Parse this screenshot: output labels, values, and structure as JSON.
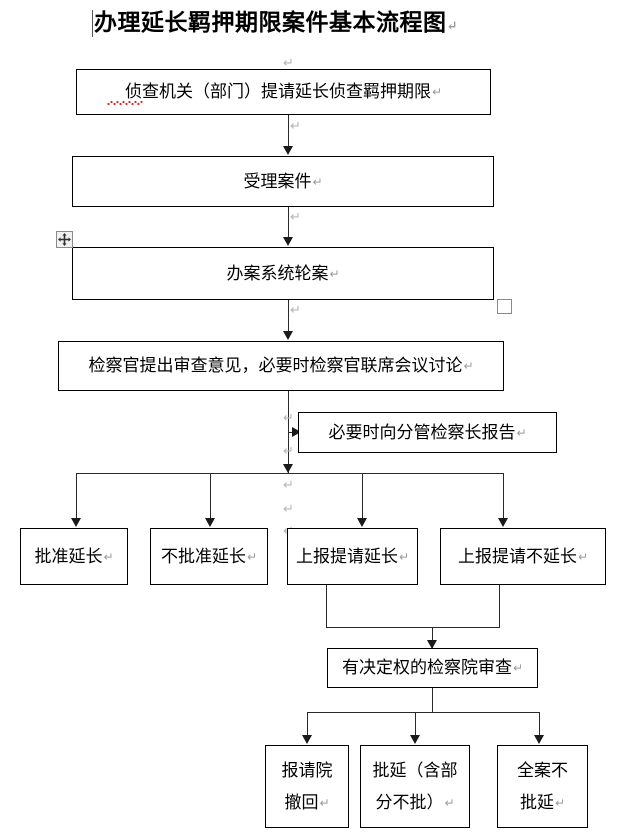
{
  "document": {
    "title": "办理延长羁押期限案件基本流程图",
    "pilcrow": "↵"
  },
  "chart_data": {
    "type": "flowchart",
    "title": "办理延长羁押期限案件基本流程图",
    "orientation": "top-to-bottom",
    "nodes": [
      {
        "id": "n1",
        "label": "侦查机关（部门）提请延长侦查羁押期限",
        "level": 1
      },
      {
        "id": "n2",
        "label": "受理案件",
        "level": 2
      },
      {
        "id": "n3",
        "label": "办案系统轮案",
        "level": 3
      },
      {
        "id": "n4",
        "label": "检察官提出审查意见，必要时检察官联席会议讨论",
        "level": 4
      },
      {
        "id": "n5",
        "label": "必要时向分管检察长报告",
        "level": 5
      },
      {
        "id": "n6",
        "label": "批准延长",
        "level": 6
      },
      {
        "id": "n7",
        "label": "不批准延长",
        "level": 6
      },
      {
        "id": "n8",
        "label": "上报提请延长",
        "level": 6
      },
      {
        "id": "n9",
        "label": "上报提请不延长",
        "level": 6
      },
      {
        "id": "n10",
        "label": "有决定权的检察院审查",
        "level": 7
      },
      {
        "id": "n11",
        "label": "报请院撤回",
        "level": 8
      },
      {
        "id": "n12",
        "label": "批延（含部分不批）",
        "level": 8
      },
      {
        "id": "n13",
        "label": "全案不批延",
        "level": 8
      }
    ],
    "edges": [
      {
        "from": "n1",
        "to": "n2"
      },
      {
        "from": "n2",
        "to": "n3"
      },
      {
        "from": "n3",
        "to": "n4"
      },
      {
        "from": "n4",
        "to": "n5"
      },
      {
        "from": "n4",
        "to": "n6"
      },
      {
        "from": "n4",
        "to": "n7"
      },
      {
        "from": "n4",
        "to": "n8"
      },
      {
        "from": "n4",
        "to": "n9"
      },
      {
        "from": "n8",
        "to": "n10"
      },
      {
        "from": "n9",
        "to": "n10"
      },
      {
        "from": "n10",
        "to": "n11"
      },
      {
        "from": "n10",
        "to": "n12"
      },
      {
        "from": "n10",
        "to": "n13"
      }
    ],
    "colors": {
      "box_border": "#000000",
      "connector": "#2a2a2a",
      "background": "#ffffff",
      "text": "#000000",
      "paragraph_mark": "#b5b5b5",
      "spellcheck_underline": "#e02020"
    }
  },
  "boxes": {
    "n1": "侦查机关（部门）提请延长侦查羁押期限",
    "n2": "受理案件",
    "n3": "办案系统轮案",
    "n4": "检察官提出审查意见，必要时检察官联席会议讨论",
    "n5": "必要时向分管检察长报告",
    "n6": "批准延长",
    "n7": "不批准延长",
    "n8": "上报提请延长",
    "n9": "上报提请不延长",
    "n10": "有决定权的检察院审查",
    "n11_line1": "报请院",
    "n11_line2": "撤回",
    "n12_line1": "批延（含部",
    "n12_line2": "分不批）",
    "n13_line1": "全案不",
    "n13_line2": "批延"
  },
  "artifacts": {
    "move_handle": "move-handle",
    "resize_handle": "resize-handle",
    "paragraph_marks": [
      "↵",
      "↵",
      "↵",
      "↵",
      "↵",
      "↵",
      "↵",
      "↵",
      "↵"
    ]
  }
}
